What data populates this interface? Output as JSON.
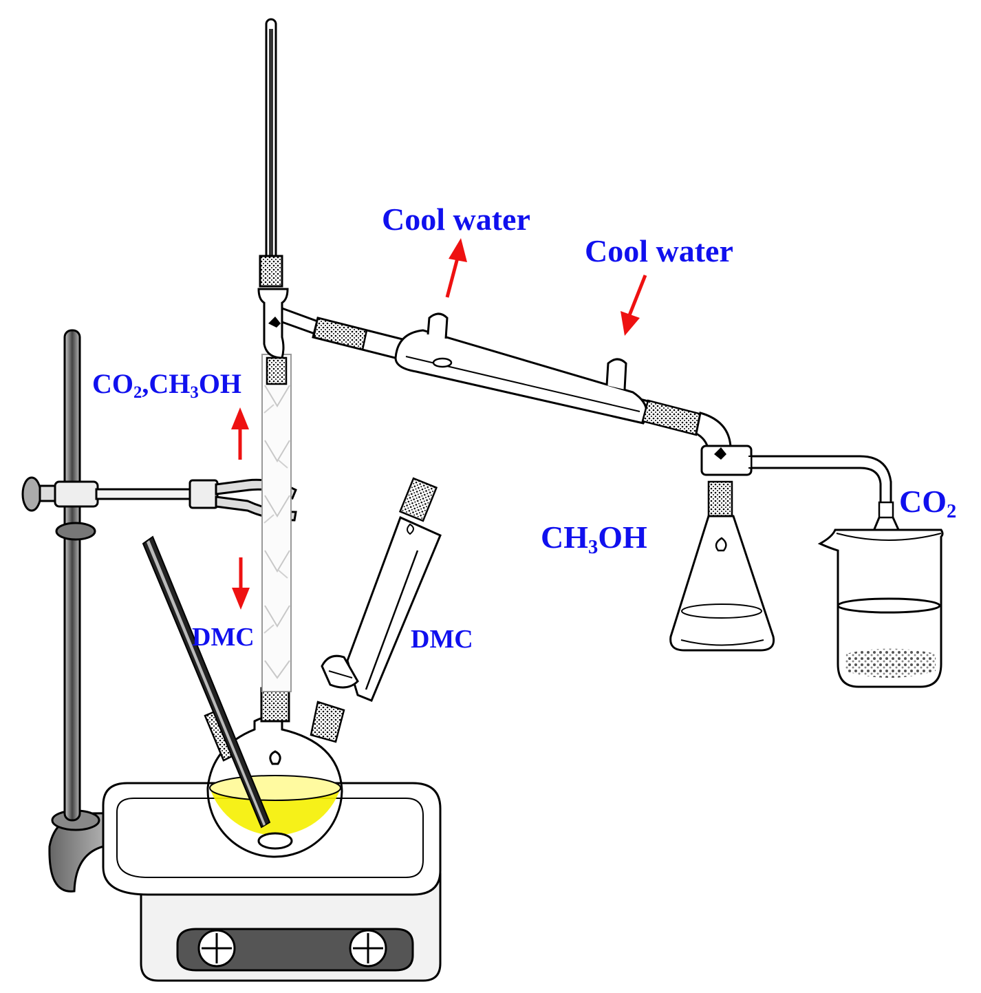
{
  "labels": {
    "cool_water_out": "Cool water",
    "cool_water_in": "Cool water",
    "vapor_main": "CO",
    "vapor_sub1": "2",
    "vapor_mid": ",CH",
    "vapor_sub2": "3",
    "vapor_tail": "OH",
    "dmc_left": "DMC",
    "dmc_right": "DMC",
    "methanol_main": "CH",
    "methanol_sub": "3",
    "methanol_tail": "OH",
    "co2_main": "CO",
    "co2_sub": "2"
  },
  "colors": {
    "label": "#1010ee",
    "arrow": "#ee1111",
    "liquid": "#f5f000",
    "outline": "#000000"
  }
}
